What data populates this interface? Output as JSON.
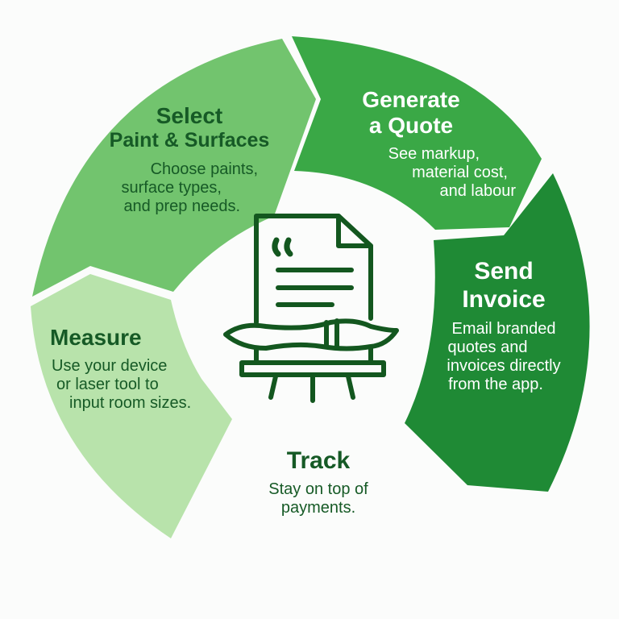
{
  "colors": {
    "select": "#72c46e",
    "generate": "#3aa846",
    "send": "#1f8a35",
    "measure": "#b8e3ab",
    "icon": "#13571f"
  },
  "center_icon": "quote-document-paintbrush-easel-icon",
  "steps": {
    "select": {
      "title1": "Select",
      "title2": "Paint & Surfaces",
      "lines": [
        "Choose paints,",
        "surface types,",
        "and prep needs."
      ]
    },
    "generate": {
      "title1": "Generate",
      "title2": "a Quote",
      "lines": [
        "See markup,",
        "material cost,",
        "and labour"
      ]
    },
    "send": {
      "title1": "Send",
      "title2": "Invoice",
      "lines": [
        "Email branded",
        "quotes and",
        "invoices directly",
        "from the app."
      ]
    },
    "measure": {
      "title1": "Measure",
      "lines": [
        "Use your device",
        "or laser tool to",
        "input room sizes."
      ]
    },
    "track": {
      "title1": "Track",
      "lines": [
        "Stay on top of",
        "payments."
      ]
    }
  }
}
